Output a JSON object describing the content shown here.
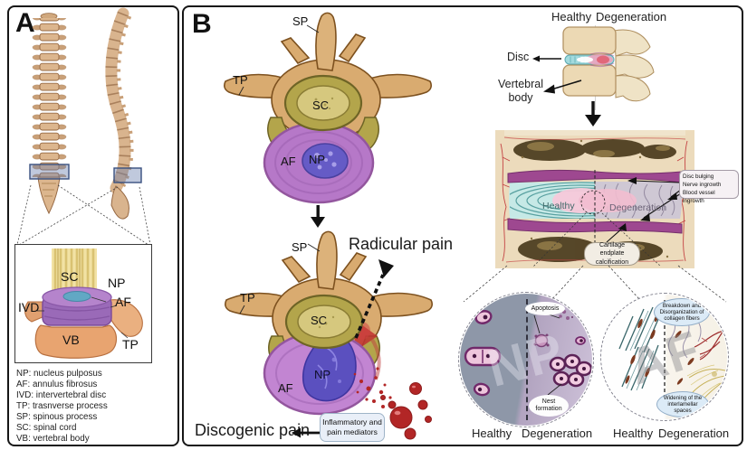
{
  "panelA": {
    "label": "A",
    "inset": {
      "sc": "SC",
      "np": "NP",
      "ivd": "IVD",
      "af": "AF",
      "vb": "VB",
      "tp": "TP"
    },
    "legend": [
      "NP: nucleus pulposus",
      "AF: annulus fibrosus",
      "IVD: intervertebral disc",
      "TP: trasnverse process",
      "SP: spinous process",
      "SC: spinal cord",
      "VB: vertebral body"
    ]
  },
  "panelB": {
    "label": "B",
    "vertebra_top": {
      "sp": "SP",
      "tp": "TP",
      "sc": "SC",
      "af": "AF",
      "np": "NP"
    },
    "vertebra_bottom": {
      "sp": "SP",
      "tp": "TP",
      "sc": "SC",
      "af": "AF",
      "np": "NP"
    },
    "radicular_pain": "Radicular pain",
    "discogenic_pain": "Discogenic pain",
    "inflammatory_box": "Inflammatory and pain mediators",
    "motion_segment": {
      "healthy": "Healthy",
      "degeneration": "Degeneration",
      "disc": "Disc",
      "vertebral_body": "Vertebral body"
    },
    "disc_detail": {
      "healthy": "Healthy",
      "degeneration": "Degeneration",
      "bulge_labels": [
        "Disc bulging",
        "Nerve ingrowth",
        "Blood vessel ingrowth"
      ],
      "endplate_label": "Cartilage endplate calcification"
    },
    "np_circle": {
      "watermark": "NP",
      "apoptosis": "Apoptosis",
      "nest_formation": "Nest formation",
      "healthy": "Healthy",
      "degeneration": "Degeneration"
    },
    "af_circle": {
      "watermark": "AF",
      "breakdown": "Breakdown and Disorganization of collagen fibers",
      "widening": "Widening of the interlamellar spaces",
      "healthy": "Healthy",
      "degeneration": "Degeneration"
    }
  },
  "colors": {
    "disc_healthy_teal": "#bfe6e3",
    "af_purple": "#b678c8",
    "np_blue": "#655bc6",
    "bone_tan": "#d9ab70",
    "endplate_purple": "#9e4890",
    "blood_red": "#b22626",
    "label_box_blue": "#dcebf7"
  }
}
